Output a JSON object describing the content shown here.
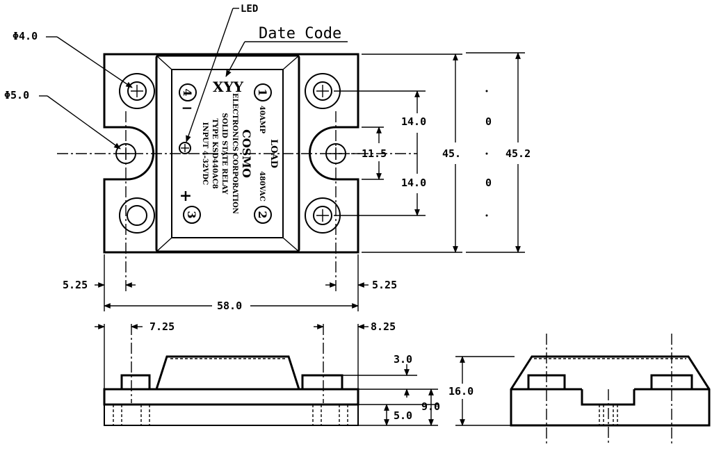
{
  "callouts": {
    "led": "LED",
    "date_code": "Date Code",
    "hole_small": "Φ4.0",
    "hole_large": "Φ5.0"
  },
  "label_plate": {
    "date_code_text": "XYY",
    "terminal_1": "1",
    "terminal_2": "2",
    "terminal_3": "3",
    "terminal_4": "4",
    "sign_minus": "−",
    "sign_plus": "+",
    "brand": "COSMO",
    "line_company": "ELECTRONICS CORPORATION",
    "line_product": "SOLID STATE RELAY",
    "line_type": "TYPE KSD440AC8",
    "line_input": "INPUT 4-32VDC",
    "load": "LOAD",
    "rating_current": "40AMP",
    "rating_voltage": "480VAC"
  },
  "dimensions": {
    "pitch_upper": "14.0",
    "pitch_lower": "14.0",
    "side_offset": "11.5",
    "body_height": "45.",
    "overall_height": "45.2",
    "right_mark_1": "0",
    "right_mark_2": "0",
    "edge_left": "5.25",
    "edge_right": "5.25",
    "overall_width": "58.0",
    "side_left": "7.25",
    "side_right": "8.25",
    "step": "3.0",
    "base_height": "5.0",
    "lower_height": "9.0",
    "total_height": "16.0"
  }
}
